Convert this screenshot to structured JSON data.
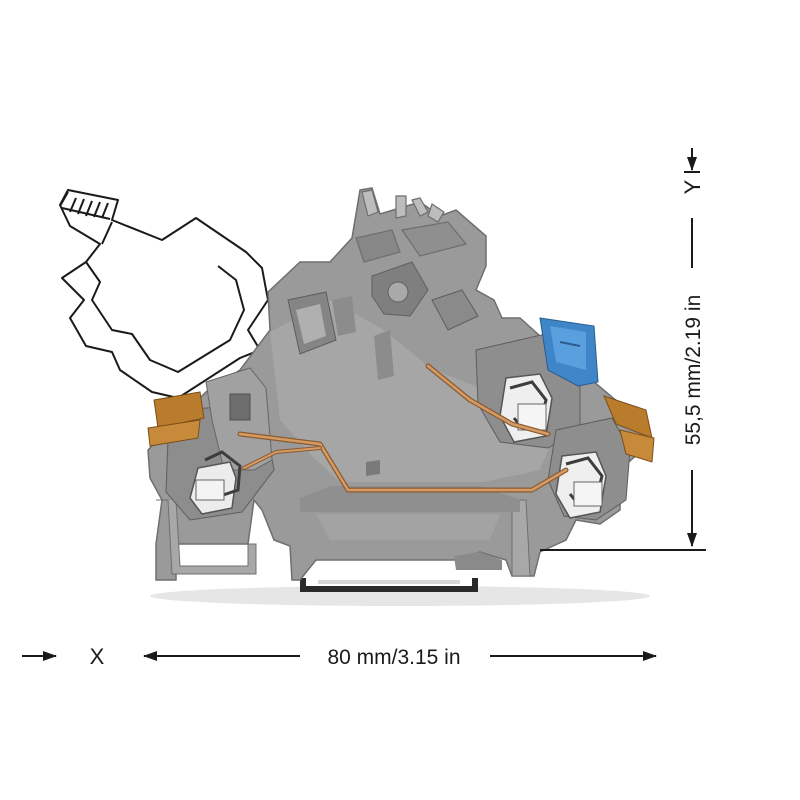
{
  "dimensions": {
    "width_label": "80 mm/3.15 in",
    "height_label": "55,5 mm/2.19 in",
    "x_axis_label": "X",
    "y_axis_label": "Y"
  },
  "colors": {
    "housing": "#9a9a9a",
    "housing_dark": "#7d7d7d",
    "housing_light": "#b9b9b9",
    "clamp": "#e9e9e9",
    "conductor": "#c98a55",
    "marker_orange": "#b97b2c",
    "actuator_blue": "#3f86c8",
    "rail": "#2a2a2a",
    "dimension_line": "#1a1a1a"
  }
}
